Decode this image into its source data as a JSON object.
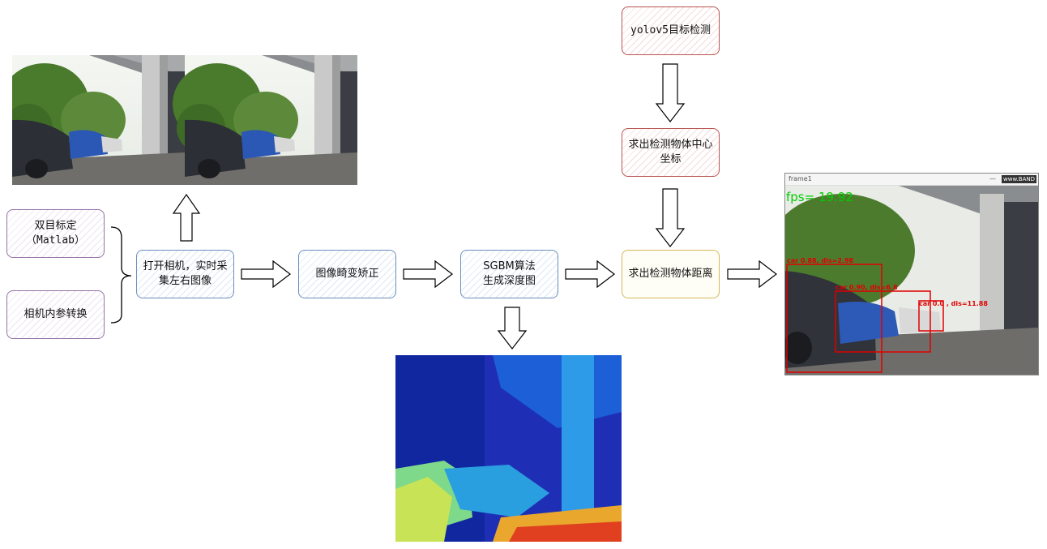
{
  "nodes": {
    "stereo_calib": "双目标定\n（Matlab）",
    "intrinsic_convert": "相机内参转换",
    "open_camera": "打开相机，实时采\n集左右图像",
    "undistort": "图像畸变矫正",
    "sgbm": "SGBM算法\n生成深度图",
    "distance": "求出检测物体距离",
    "yolo": "yolov5目标检测",
    "center": "求出检测物体中心\n坐标"
  },
  "result_window": {
    "title": "frame1",
    "controls": "—",
    "watermark": "www.BAND",
    "fps": "fps= 19.92",
    "detections": [
      {
        "label": "car 0.88, dis=2.98"
      },
      {
        "label": "car 0.90, dis=6.8"
      },
      {
        "label": "car 0.0 , dis=11.88"
      }
    ]
  },
  "colors": {
    "purple": "#9673a6",
    "blue": "#6c8ebf",
    "red": "#b85450",
    "yellow": "#d6b656",
    "detection_box": "#e00000",
    "fps_text": "#00cc00"
  }
}
